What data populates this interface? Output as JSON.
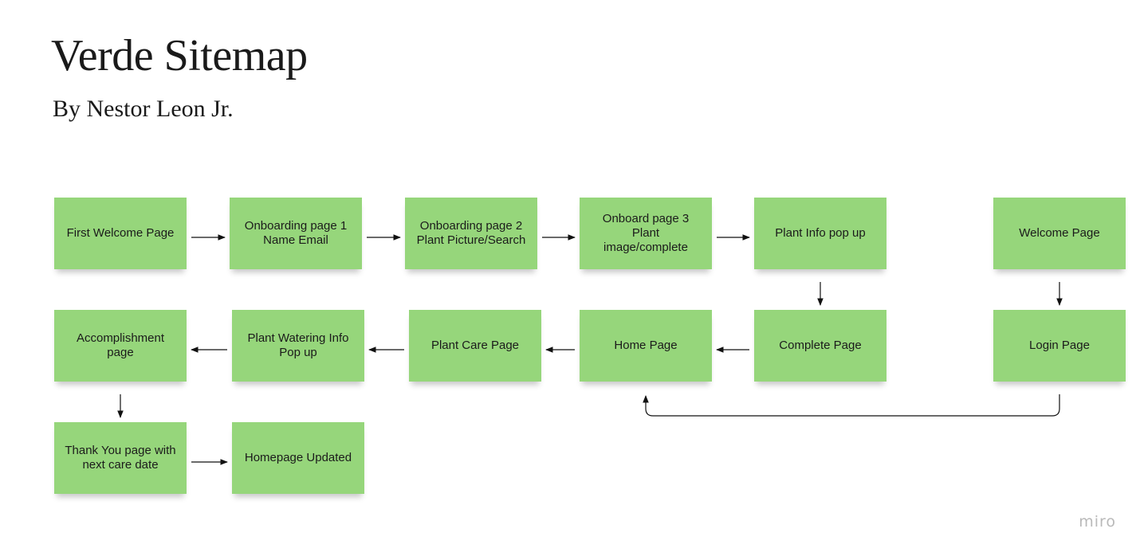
{
  "title": "Verde Sitemap",
  "subtitle": "By Nestor Leon Jr.",
  "watermark": "miro",
  "colors": {
    "sticky": "#96d67b",
    "arrow": "#111111"
  },
  "nodes": [
    {
      "id": "first-welcome",
      "label": "First Welcome Page"
    },
    {
      "id": "onboarding-1",
      "label": "Onboarding page 1\nName Email"
    },
    {
      "id": "onboarding-2",
      "label": "Onboarding page 2\nPlant Picture/Search"
    },
    {
      "id": "onboard-3",
      "label": "Onboard page 3\nPlant\nimage/complete"
    },
    {
      "id": "plant-info-popup",
      "label": "Plant Info pop up"
    },
    {
      "id": "welcome",
      "label": "Welcome Page"
    },
    {
      "id": "accomplishment",
      "label": "Accomplishment\npage"
    },
    {
      "id": "plant-watering-popup",
      "label": "Plant Watering Info\nPop up"
    },
    {
      "id": "plant-care",
      "label": "Plant Care Page"
    },
    {
      "id": "home",
      "label": "Home Page"
    },
    {
      "id": "complete",
      "label": "Complete Page"
    },
    {
      "id": "login",
      "label": "Login Page"
    },
    {
      "id": "thank-you",
      "label": "Thank You page with\nnext care date"
    },
    {
      "id": "homepage-updated",
      "label": "Homepage Updated"
    }
  ],
  "edges": [
    {
      "from": "first-welcome",
      "to": "onboarding-1"
    },
    {
      "from": "onboarding-1",
      "to": "onboarding-2"
    },
    {
      "from": "onboarding-2",
      "to": "onboard-3"
    },
    {
      "from": "onboard-3",
      "to": "plant-info-popup"
    },
    {
      "from": "plant-info-popup",
      "to": "complete"
    },
    {
      "from": "complete",
      "to": "home"
    },
    {
      "from": "home",
      "to": "plant-care"
    },
    {
      "from": "plant-care",
      "to": "plant-watering-popup"
    },
    {
      "from": "plant-watering-popup",
      "to": "accomplishment"
    },
    {
      "from": "accomplishment",
      "to": "thank-you"
    },
    {
      "from": "thank-you",
      "to": "homepage-updated"
    },
    {
      "from": "welcome",
      "to": "login"
    },
    {
      "from": "login",
      "to": "home"
    }
  ]
}
